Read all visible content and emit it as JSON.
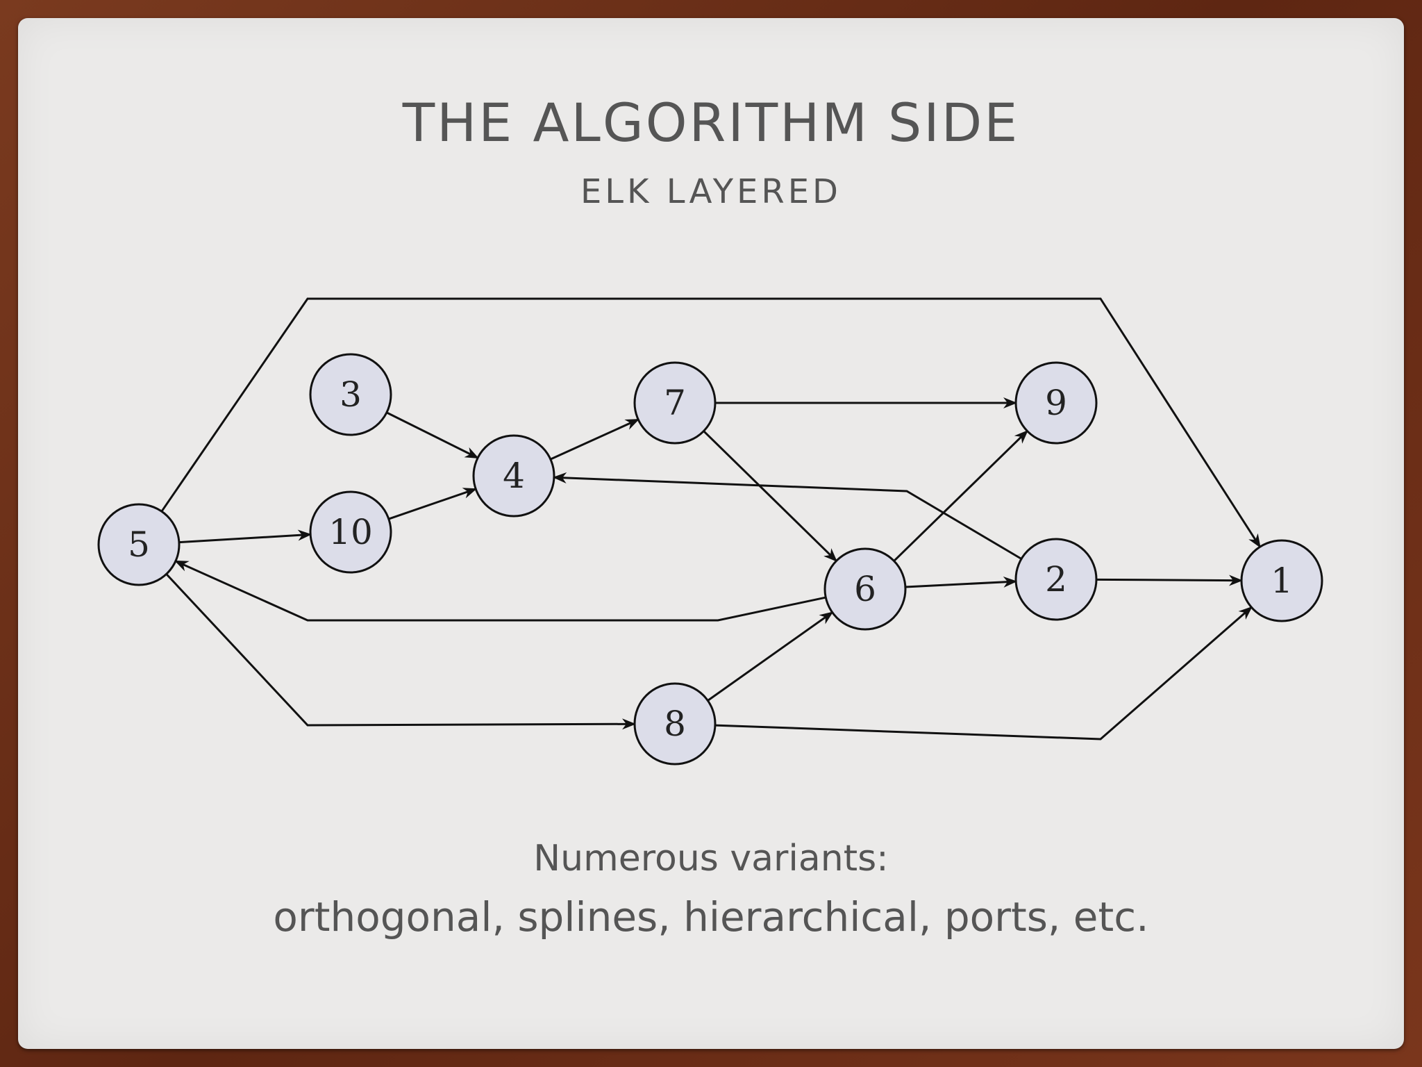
{
  "slide": {
    "title": "THE ALGORITHM SIDE",
    "subtitle": "ELK LAYERED",
    "caption_line1": "Numerous variants:",
    "caption_line2": "orthogonal, splines, hierarchical, ports, etc."
  },
  "graph": {
    "nodes": [
      {
        "id": "5",
        "label": "5"
      },
      {
        "id": "3",
        "label": "3"
      },
      {
        "id": "10",
        "label": "10"
      },
      {
        "id": "4",
        "label": "4"
      },
      {
        "id": "7",
        "label": "7"
      },
      {
        "id": "8",
        "label": "8"
      },
      {
        "id": "6",
        "label": "6"
      },
      {
        "id": "9",
        "label": "9"
      },
      {
        "id": "2",
        "label": "2"
      },
      {
        "id": "1",
        "label": "1"
      }
    ],
    "edges": [
      {
        "from": "5",
        "to": "1"
      },
      {
        "from": "5",
        "to": "10"
      },
      {
        "from": "5",
        "to": "8"
      },
      {
        "from": "3",
        "to": "4"
      },
      {
        "from": "10",
        "to": "4"
      },
      {
        "from": "4",
        "to": "7"
      },
      {
        "from": "7",
        "to": "9"
      },
      {
        "from": "7",
        "to": "6"
      },
      {
        "from": "2",
        "to": "4"
      },
      {
        "from": "6",
        "to": "9"
      },
      {
        "from": "6",
        "to": "2"
      },
      {
        "from": "6",
        "to": "5"
      },
      {
        "from": "8",
        "to": "6"
      },
      {
        "from": "8",
        "to": "1"
      },
      {
        "from": "2",
        "to": "1"
      }
    ]
  }
}
